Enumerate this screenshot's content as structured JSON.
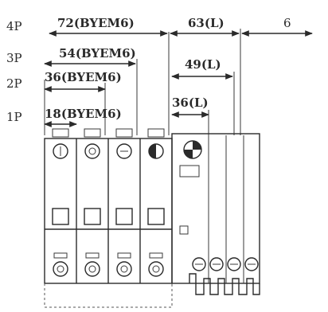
{
  "poles": [
    {
      "pole": "4P",
      "width": "72(BYEM6)",
      "rcd": "63(L)",
      "extra": "6"
    },
    {
      "pole": "3P",
      "width": "54(BYEM6)",
      "rcd": "49(L)"
    },
    {
      "pole": "2P",
      "width": "36(BYEM6)"
    },
    {
      "pole": "1P",
      "width": "18(BYEM6)",
      "rcd": "36(L)"
    }
  ]
}
